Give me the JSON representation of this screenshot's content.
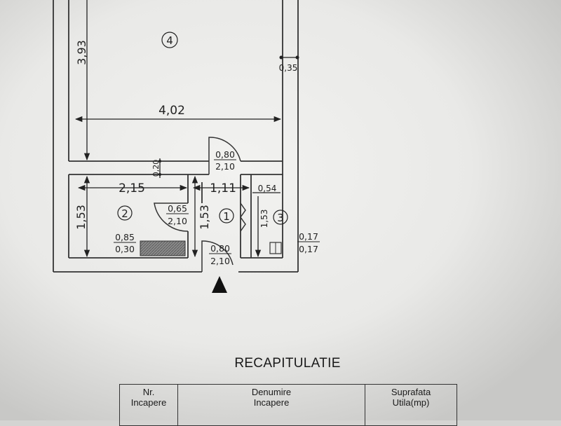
{
  "plan": {
    "rooms": [
      {
        "number": "4",
        "label": "room-4"
      },
      {
        "number": "2",
        "label": "room-2"
      },
      {
        "number": "1",
        "label": "room-1"
      },
      {
        "number": "3",
        "label": "room-3"
      }
    ],
    "dimensions": {
      "room4_height": "3,93",
      "room4_width": "4,02",
      "wall_offset": "0,35",
      "wall_thickness": "0,20",
      "room2_width": "2,15",
      "room2_height": "1,53",
      "room1_width": "1,11",
      "room1_height": "1,53",
      "room3_width": "0,54",
      "room3_height": "1,53"
    },
    "doors": [
      {
        "width": "0,80",
        "height": "2,10"
      },
      {
        "width": "0,65",
        "height": "2,10"
      },
      {
        "width": "0,80",
        "height": "2,10"
      }
    ],
    "window": {
      "width": "0,85",
      "height": "0,30"
    },
    "duct": {
      "width": "0,17",
      "height": "0,17"
    }
  },
  "summary": {
    "title": "RECAPITULATIE",
    "headers": {
      "number": [
        "Nr.",
        "Incapere"
      ],
      "name": [
        "Denumire",
        "Incapere"
      ],
      "area": [
        "Suprafata",
        "Utila(mp)"
      ]
    }
  }
}
